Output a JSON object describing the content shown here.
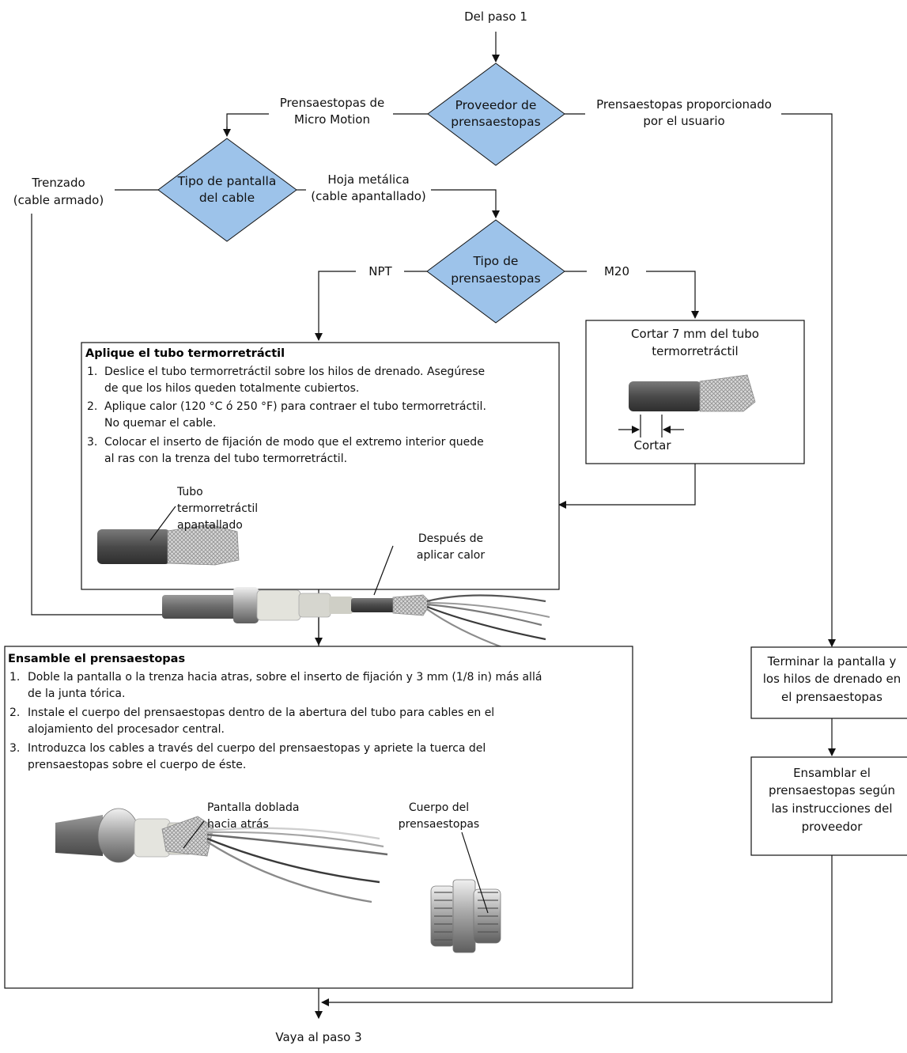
{
  "colors": {
    "decision_fill": "#9dc3ea",
    "line": "#111111",
    "cable_dark": "#5a5a5a",
    "cable_mid": "#8a8a8a",
    "shield": "#cfcfcf"
  },
  "start": {
    "label": "Del paso 1"
  },
  "end": {
    "label": "Vaya al paso 3"
  },
  "decision_supplier": {
    "line1": "Proveedor de",
    "line2": "prensaestopas"
  },
  "branch_mm": {
    "line1": "Prensaestopas de",
    "line2": "Micro Motion"
  },
  "branch_user": {
    "line1": "Prensaestopas proporcionado",
    "line2": "por el usuario"
  },
  "decision_shield": {
    "line1": "Tipo de pantalla",
    "line2": "del cable"
  },
  "branch_braid": {
    "line1": "Trenzado",
    "line2": "(cable armado)"
  },
  "branch_foil": {
    "line1": "Hoja metálica",
    "line2": "(cable apantallado)"
  },
  "decision_gland": {
    "line1": "Tipo de",
    "line2": "prensaestopas"
  },
  "branch_npt": {
    "label": "NPT"
  },
  "branch_m20": {
    "label": "M20"
  },
  "cut_box": {
    "line1": "Cortar 7 mm del tubo",
    "line2": "termorretráctil",
    "cut_label": "Cortar"
  },
  "heat_box": {
    "title": "Aplique el tubo termorretráctil",
    "s1_num": "1.",
    "s1_l1": "Deslice el tubo termorretráctil sobre los hilos de drenado. Asegúrese",
    "s1_l2": "de que los hilos queden totalmente cubiertos.",
    "s2_num": "2.",
    "s2_l1": "Aplique calor (120 °C ó 250 °F) para contraer el tubo termorretráctil.",
    "s2_l2": "No quemar el cable.",
    "s3_num": "3.",
    "s3_l1": "Colocar el inserto de fijación de modo que el extremo interior quede",
    "s3_l2": "al ras con la trenza del tubo termorretráctil.",
    "callout_tube_1": "Tubo",
    "callout_tube_2": "termorretráctil",
    "callout_tube_3": "apantallado",
    "callout_after_1": "Después de",
    "callout_after_2": "aplicar calor"
  },
  "terminate_box": {
    "line1": "Terminar la pantalla y",
    "line2": "los hilos de drenado en",
    "line3": "el prensaestopas"
  },
  "assemble_box": {
    "line1": "Ensamblar el",
    "line2": "prensaestopas según",
    "line3": "las instrucciones del",
    "line4": "proveedor"
  },
  "gland_box": {
    "title": "Ensamble el prensaestopas",
    "s1_num": "1.",
    "s1_l1": "Doble la pantalla o la trenza hacia atras, sobre el inserto de fijación y 3 mm (1/8 in) más allá",
    "s1_l2": "de la junta tórica.",
    "s2_num": "2.",
    "s2_l1": "Instale el cuerpo del prensaestopas dentro de la abertura del tubo para cables en el",
    "s2_l2": "alojamiento del procesador central.",
    "s3_num": "3.",
    "s3_l1": "Introduzca los cables a través del cuerpo del prensaestopas y apriete la tuerca del",
    "s3_l2": "prensaestopas sobre el cuerpo de éste.",
    "callout_shield_1": "Pantalla doblada",
    "callout_shield_2": "hacia atrás",
    "callout_body_1": "Cuerpo del",
    "callout_body_2": "prensaestopas"
  }
}
